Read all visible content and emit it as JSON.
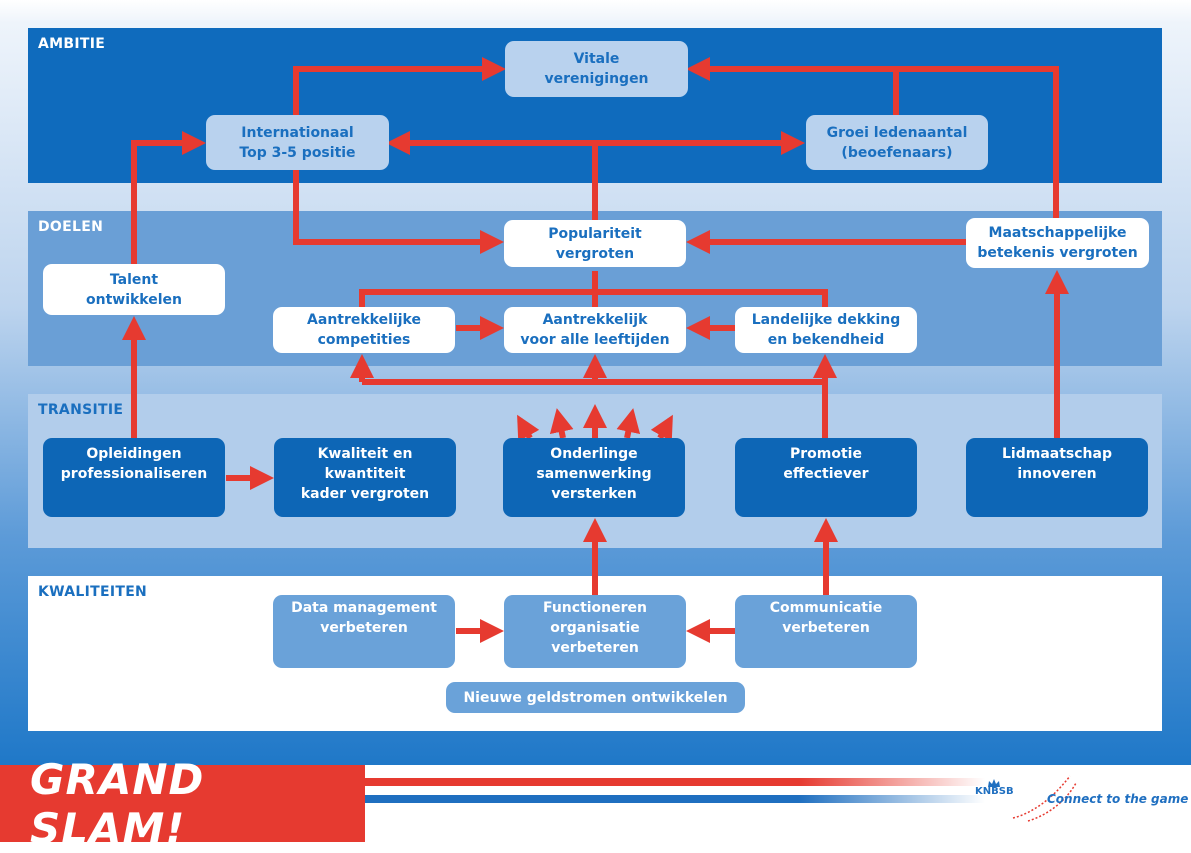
{
  "bands": {
    "ambitie": "AMBITIE",
    "doelen": "DOELEN",
    "transitie": "TRANSITIE",
    "kwaliteiten": "KWALITEITEN"
  },
  "nodes": {
    "vitale": "Vitale\nverenigingen",
    "international": "Internationaal\nTop 3-5 positie",
    "groei": "Groei ledenaantal\n(beoefenaars)",
    "populariteit": "Populariteit\nvergroten",
    "maatschappelijk": "Maatschappelijke\nbetekenis vergroten",
    "talent": "Talent\nontwikkelen",
    "competities": "Aantrekkelijke\ncompetities",
    "leeftijden": "Aantrekkelijk\nvoor alle leeftijden",
    "dekking": "Landelijke dekking\nen bekendheid",
    "opleidingen": "Opleidingen\nprofessionaliseren",
    "kader": "Kwaliteit en\nkwantiteit\nkader vergroten",
    "samenwerking": "Onderlinge\nsamenwerking\nversterken",
    "promotie": "Promotie\neffectiever",
    "lidmaatschap": "Lidmaatschap\ninnoveren",
    "data": "Data management\nverbeteren",
    "functioneren": "Functioneren\norganisatie\nverbeteren",
    "communicatie": "Communicatie\nverbeteren",
    "geldstromen": "Nieuwe geldstromen ontwikkelen"
  },
  "footer": {
    "title": "GRAND SLAM!",
    "logo": "KNBSB",
    "slogan": "Connect to the game"
  },
  "colors": {
    "arrow": "#e63a30",
    "dark_blue": "#0d66b6",
    "text_blue": "#1a6fbf"
  }
}
